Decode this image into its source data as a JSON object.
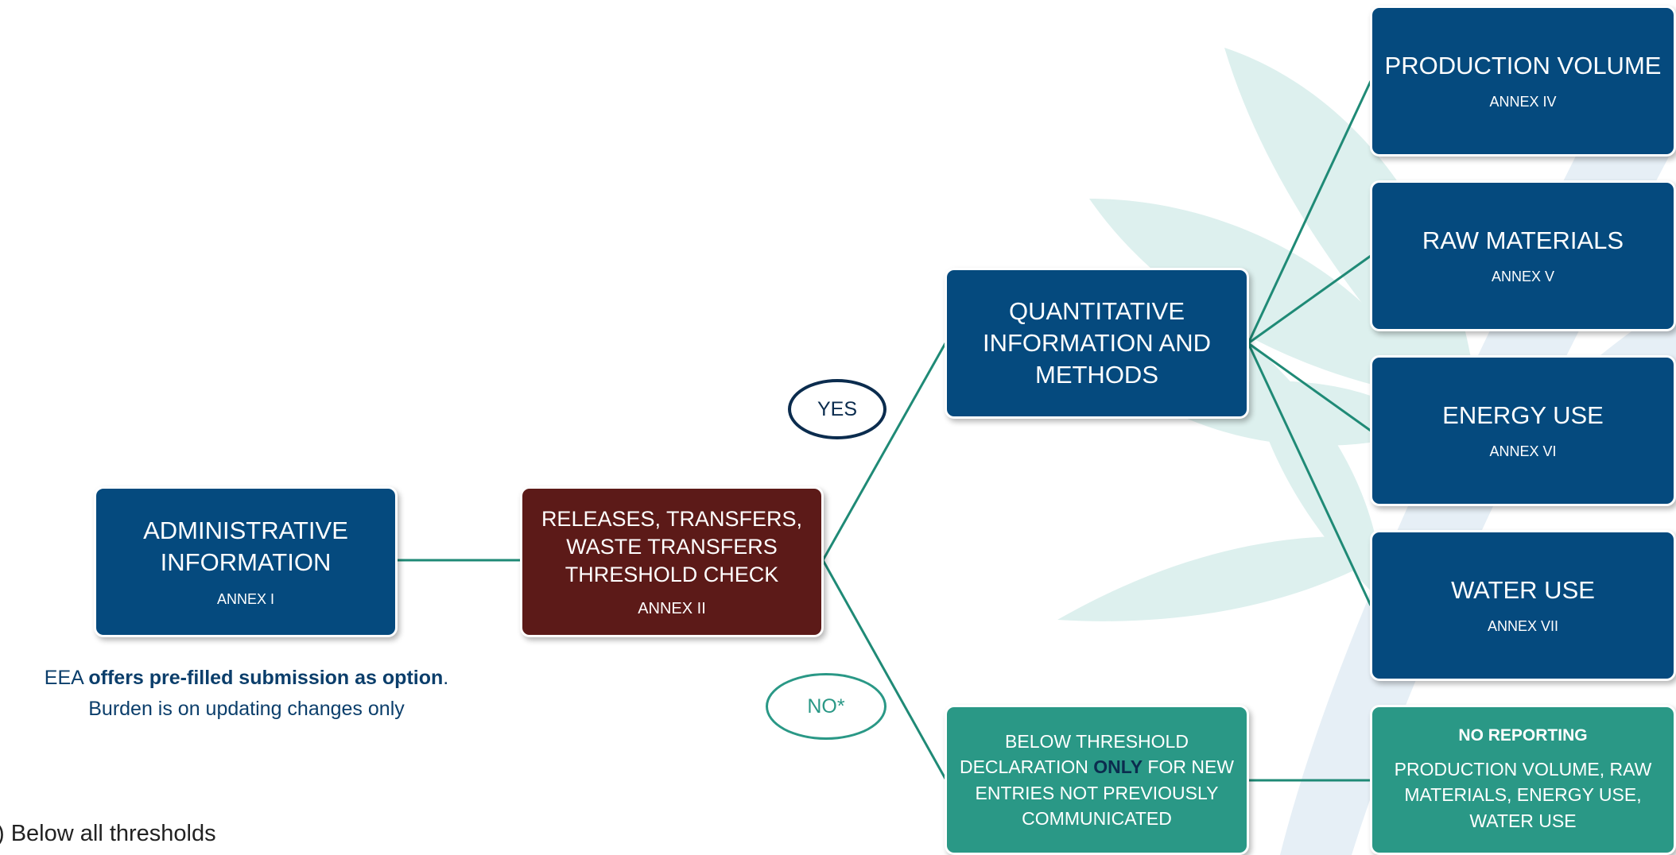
{
  "boxes": {
    "admin": {
      "title": "ADMINISTRATIVE INFORMATION",
      "annex": "ANNEX I"
    },
    "releases": {
      "title": "RELEASES, TRANSFERS, WASTE TRANSFERS THRESHOLD CHECK",
      "annex": "ANNEX II"
    },
    "quantitative": {
      "title": "QUANTITATIVE INFORMATION AND METHODS"
    },
    "production": {
      "title": "PRODUCTION VOLUME",
      "annex": "ANNEX IV"
    },
    "raw": {
      "title": "RAW MATERIALS",
      "annex": "ANNEX V"
    },
    "energy": {
      "title": "ENERGY USE",
      "annex": "ANNEX VI"
    },
    "water": {
      "title": "WATER USE",
      "annex": "ANNEX VII"
    },
    "below": {
      "text_before": "BELOW THRESHOLD DECLARATION ",
      "highlight": "ONLY",
      "text_after": " FOR NEW ENTRIES NOT PREVIOUSLY COMMUNICATED"
    },
    "no_reporting": {
      "heading": "NO REPORTING",
      "body": "PRODUCTION VOLUME, RAW MATERIALS, ENERGY USE, WATER USE"
    }
  },
  "labels": {
    "yes": "YES",
    "no": "NO*"
  },
  "note": {
    "prefix": "EEA ",
    "bold": "offers pre-filled submission as option",
    "suffix": ".",
    "line2": "Burden is on updating changes only"
  },
  "footnote": ") Below all thresholds",
  "colors": {
    "navy": "#054a7e",
    "maroon": "#5c1a18",
    "teal": "#2a9886",
    "connector": "#1f8a76",
    "watermark": "#ddf0ee"
  }
}
